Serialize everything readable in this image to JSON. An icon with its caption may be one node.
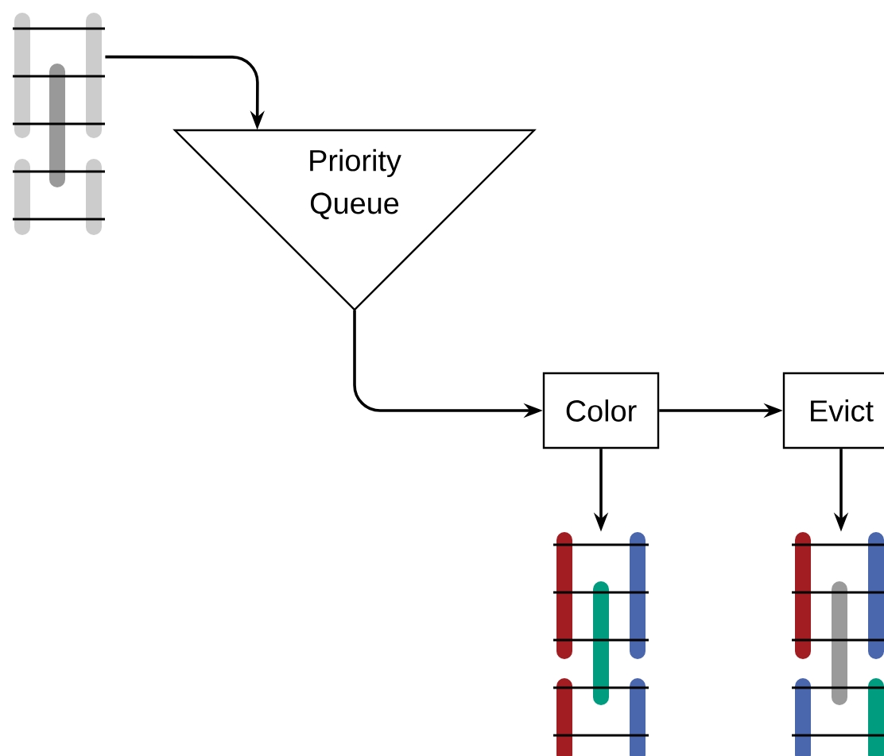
{
  "diagram": {
    "nodes": [
      {
        "text": [],
        "shape": "picture"
      },
      {
        "text": [
          "Priority Queue"
        ]
      },
      {
        "text": [
          "Color"
        ]
      },
      {
        "text": [
          "Evict"
        ]
      },
      {
        "text": [],
        "shape": "picture"
      },
      {
        "text": [],
        "shape": "picture"
      }
    ],
    "edges": [
      {
        "from": 0,
        "to": 1,
        "arrow": "to"
      },
      {
        "from": 1,
        "to": 2,
        "arrow": "to"
      },
      {
        "from": 2,
        "to": 3,
        "arrow": "to"
      },
      {
        "from": 2,
        "to": 4,
        "arrow": "to"
      },
      {
        "from": 3,
        "to": 5,
        "arrow": "to"
      }
    ]
  }
}
